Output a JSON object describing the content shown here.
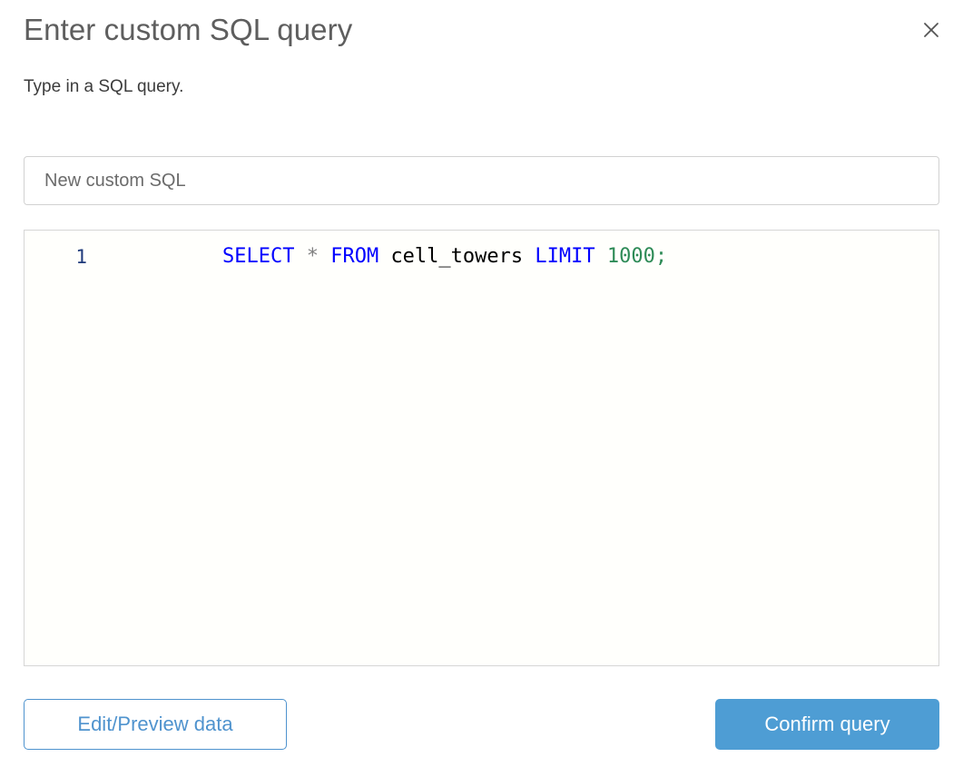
{
  "dialog": {
    "title": "Enter custom SQL query",
    "subtitle": "Type in a SQL query.",
    "close_icon": "close-icon"
  },
  "name_field": {
    "value": "New custom SQL",
    "placeholder": "New custom SQL"
  },
  "editor": {
    "line_numbers": [
      "1"
    ],
    "query_text": "SELECT * FROM cell_towers LIMIT 1000;",
    "tokens": [
      {
        "text": "SELECT",
        "type": "keyword"
      },
      {
        "text": " ",
        "type": "whitespace"
      },
      {
        "text": "*",
        "type": "operator"
      },
      {
        "text": " ",
        "type": "whitespace"
      },
      {
        "text": "FROM",
        "type": "keyword"
      },
      {
        "text": " ",
        "type": "whitespace"
      },
      {
        "text": "cell_towers",
        "type": "identifier"
      },
      {
        "text": " ",
        "type": "whitespace"
      },
      {
        "text": "LIMIT",
        "type": "keyword"
      },
      {
        "text": " ",
        "type": "whitespace"
      },
      {
        "text": "1000",
        "type": "number"
      },
      {
        "text": ";",
        "type": "punctuation"
      }
    ]
  },
  "footer": {
    "secondary_label": "Edit/Preview data",
    "primary_label": "Confirm query"
  },
  "colors": {
    "accent": "#4e9dd4",
    "accent_text": "#4f93ce",
    "title": "#5e5e5e",
    "subtitle": "#3c3c3c",
    "keyword": "#0000ff",
    "number": "#2e8b57",
    "identifier": "#000000",
    "operator": "#808080",
    "gutter": "#1f3a7a",
    "border": "#d2d2d2",
    "editor_bg": "#fffffc"
  }
}
